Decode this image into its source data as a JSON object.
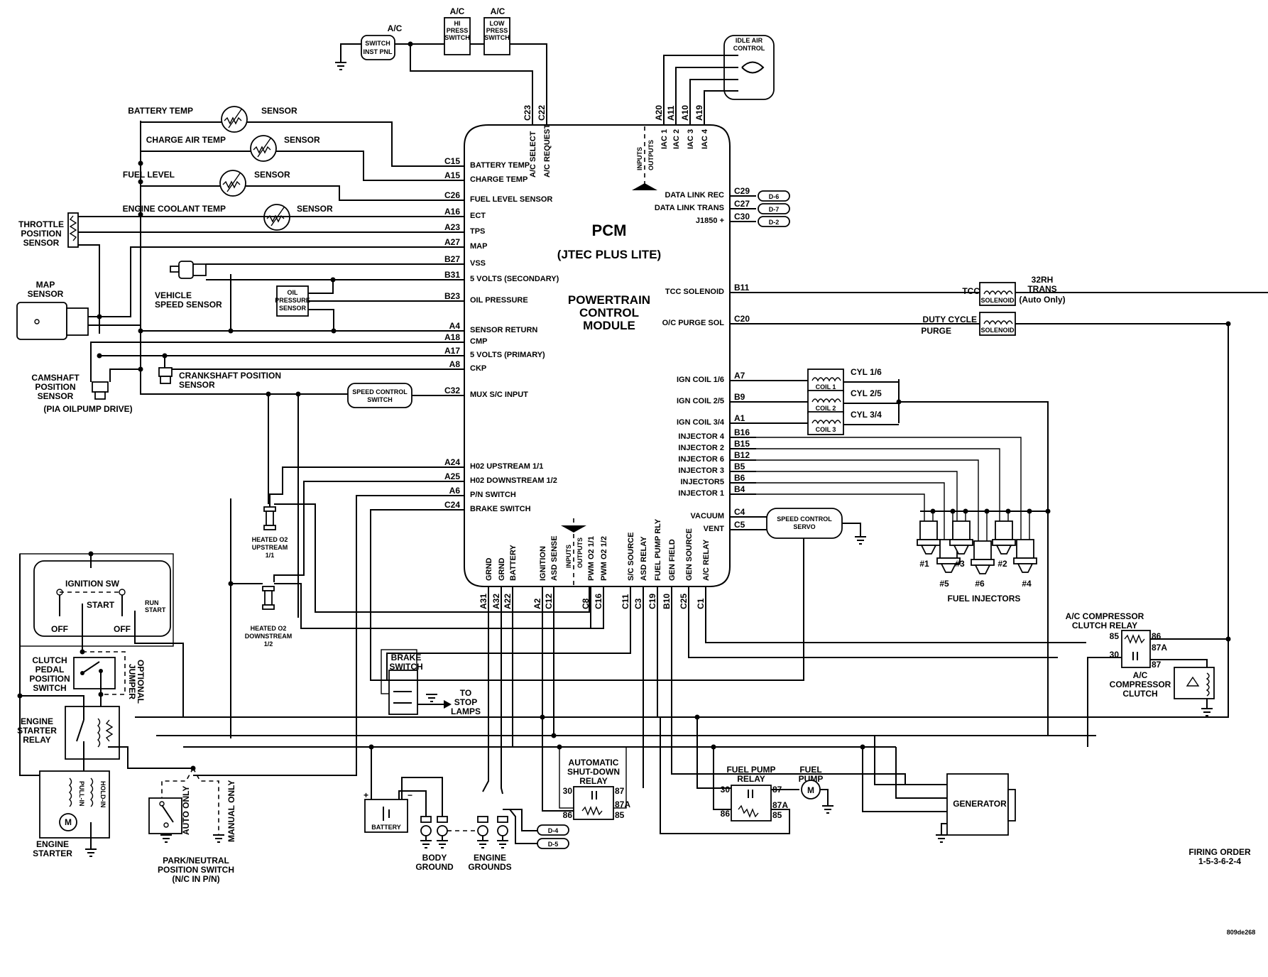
{
  "diagram": {
    "pcm": {
      "title": "PCM",
      "subtitle": "(JTEC PLUS LITE)",
      "name_line1": "POWERTRAIN",
      "name_line2": "CONTROL",
      "name_line3": "MODULE",
      "inputs_label": "INPUTS",
      "outputs_label": "OUTPUTS",
      "left_pins": [
        {
          "pin": "C15",
          "func": "BATTERY TEMP"
        },
        {
          "pin": "A15",
          "func": "CHARGE TEMP"
        },
        {
          "pin": "C26",
          "func": "FUEL LEVEL SENSOR"
        },
        {
          "pin": "A16",
          "func": "ECT"
        },
        {
          "pin": "A23",
          "func": "TPS"
        },
        {
          "pin": "A27",
          "func": "MAP"
        },
        {
          "pin": "B27",
          "func": "VSS"
        },
        {
          "pin": "B31",
          "func": "5 VOLTS (SECONDARY)"
        },
        {
          "pin": "B23",
          "func": "OIL PRESSURE"
        },
        {
          "pin": "A4",
          "func": "SENSOR RETURN"
        },
        {
          "pin": "A18",
          "func": "CMP"
        },
        {
          "pin": "A17",
          "func": "5 VOLTS (PRIMARY)"
        },
        {
          "pin": "A8",
          "func": "CKP"
        },
        {
          "pin": "C32",
          "func": "MUX S/C INPUT"
        },
        {
          "pin": "A24",
          "func": "H02 UPSTREAM 1/1"
        },
        {
          "pin": "A25",
          "func": "H02 DOWNSTREAM 1/2"
        },
        {
          "pin": "A6",
          "func": "P/N SWITCH"
        },
        {
          "pin": "C24",
          "func": "BRAKE SWITCH"
        }
      ],
      "top_pins": [
        {
          "pin": "C23",
          "func": "A/C SELECT"
        },
        {
          "pin": "C22",
          "func": "A/C REQUEST"
        },
        {
          "pin": "A20",
          "func": "IAC 1"
        },
        {
          "pin": "A11",
          "func": "IAC 2"
        },
        {
          "pin": "A10",
          "func": "IAC 3"
        },
        {
          "pin": "A19",
          "func": "IAC 4"
        }
      ],
      "right_pins": [
        {
          "pin": "C29",
          "func": "DATA LINK REC"
        },
        {
          "pin": "C27",
          "func": "DATA LINK TRANS"
        },
        {
          "pin": "C30",
          "func": "J1850 +"
        },
        {
          "pin": "B11",
          "func": "TCC SOLENOID"
        },
        {
          "pin": "C20",
          "func": "O/C PURGE SOL"
        },
        {
          "pin": "A7",
          "func": "IGN COIL 1/6"
        },
        {
          "pin": "B9",
          "func": "IGN COIL 2/5"
        },
        {
          "pin": "A1",
          "func": "IGN COIL 3/4"
        },
        {
          "pin": "B16",
          "func": "INJECTOR 4"
        },
        {
          "pin": "B15",
          "func": "INJECTOR 2"
        },
        {
          "pin": "B12",
          "func": "INJECTOR 6"
        },
        {
          "pin": "B5",
          "func": "INJECTOR 3"
        },
        {
          "pin": "B6",
          "func": "INJECTOR5"
        },
        {
          "pin": "B4",
          "func": "INJECTOR 1"
        },
        {
          "pin": "C4",
          "func": "VACUUM"
        },
        {
          "pin": "C5",
          "func": "VENT"
        }
      ],
      "bottom_pins": [
        {
          "pin": "A31",
          "func": "GRND"
        },
        {
          "pin": "A32",
          "func": "GRND"
        },
        {
          "pin": "A22",
          "func": "BATTERY"
        },
        {
          "pin": "A2",
          "func": "IGNITION"
        },
        {
          "pin": "C12",
          "func": "ASD SENSE"
        },
        {
          "pin": "C8",
          "func": "PWM O2 1/1"
        },
        {
          "pin": "C16",
          "func": "PWM O2 1/2"
        },
        {
          "pin": "C11",
          "func": "S/C SOURCE"
        },
        {
          "pin": "C3",
          "func": "ASD RELAY"
        },
        {
          "pin": "C19",
          "func": "FUEL PUMP RLY"
        },
        {
          "pin": "B10",
          "func": "GEN FIELD"
        },
        {
          "pin": "C25",
          "func": "GEN SOURCE"
        },
        {
          "pin": "C1",
          "func": "A/C RELAY"
        }
      ]
    },
    "components": {
      "ac_switch": {
        "title": "A/C",
        "line1": "SWITCH",
        "line2": "INST PNL"
      },
      "ac_hi": {
        "title": "A/C",
        "line1": "HI",
        "line2": "PRESS",
        "line3": "SWITCH"
      },
      "ac_low": {
        "title": "A/C",
        "line1": "LOW",
        "line2": "PRESS",
        "line3": "SWITCH"
      },
      "idle_air": {
        "line1": "IDLE AIR",
        "line2": "CONTROL"
      },
      "battery_temp": {
        "name": "BATTERY TEMP",
        "suffix": "SENSOR"
      },
      "charge_air": {
        "name": "CHARGE  AIR TEMP",
        "suffix": "SENSOR"
      },
      "fuel_level": {
        "name": "FUEL LEVEL",
        "suffix": "SENSOR"
      },
      "coolant": {
        "name": "ENGINE COOLANT TEMP",
        "suffix": "SENSOR"
      },
      "tps": {
        "line1": "THROTTLE",
        "line2": "POSITION",
        "line3": "SENSOR"
      },
      "map": {
        "line1": "MAP",
        "line2": "SENSOR"
      },
      "vss": {
        "line1": "VEHICLE",
        "line2": "SPEED SENSOR"
      },
      "oil": {
        "line1": "OIL",
        "line2": "PRESSURE",
        "line3": "SENSOR"
      },
      "cam": {
        "line1": "CAMSHAFT",
        "line2": "POSITION",
        "line3": "SENSOR",
        "line4": "(PIA OILPUMP DRIVE)"
      },
      "crank": {
        "line1": "CRANKSHAFT POSITION",
        "line2": "SENSOR"
      },
      "speed_switch": {
        "line1": "SPEED CONTROL",
        "line2": "SWITCH"
      },
      "o2_up": {
        "line1": "HEATED O2",
        "line2": "UPSTREAM",
        "line3": "1/1"
      },
      "o2_down": {
        "line1": "HEATED O2",
        "line2": "DOWNSTREAM",
        "line3": "1/2"
      },
      "ignition": {
        "title": "IGNITION SW",
        "start": "START",
        "off1": "OFF",
        "off2": "OFF",
        "run": "RUN",
        "run2": "START"
      },
      "clutch": {
        "line1": "CLUTCH",
        "line2": "PEDAL",
        "line3": "POSITION",
        "line4": "SWITCH",
        "jumper1": "OPTIONAL",
        "jumper2": "JUMPER"
      },
      "starter_relay": {
        "line1": "ENGINE",
        "line2": "STARTER",
        "line3": "RELAY"
      },
      "starter": {
        "line1": "ENGINE",
        "line2": "STARTER",
        "pull": "PULL-IN",
        "hold": "HOLD-IN",
        "motor": "M"
      },
      "pn_switch": {
        "line1": "PARK/NEUTRAL",
        "line2": "POSITION SWITCH",
        "line3": "(N/C IN P/N)",
        "auto": "AUTO ONLY",
        "manual": "MANUAL ONLY"
      },
      "brake": {
        "line1": "BRAKE",
        "line2": "SWITCH",
        "to1": "TO",
        "to2": "STOP",
        "to3": "LAMPS"
      },
      "battery": {
        "label": "BATTERY",
        "plus": "+",
        "minus": "−"
      },
      "body_ground": {
        "line1": "BODY",
        "line2": "GROUND"
      },
      "engine_grounds": {
        "line1": "ENGINE",
        "line2": "GROUNDS"
      },
      "asd": {
        "line1": "AUTOMATIC",
        "line2": "SHUT-DOWN",
        "line3": "RELAY",
        "p30": "30",
        "p87": "87",
        "p87a": "87A",
        "p86": "86",
        "p85": "85"
      },
      "fp_relay": {
        "line1": "FUEL PUMP",
        "line2": "RELAY",
        "p30": "30",
        "p87": "87",
        "p87a": "87A",
        "p86": "86",
        "p85": "85"
      },
      "fuel_pump": {
        "line1": "FUEL",
        "line2": "PUMP",
        "motor": "M"
      },
      "generator": {
        "label": "GENERATOR"
      },
      "tcc": {
        "pre": "TCC",
        "sol": "SOLENOID",
        "t1": "32RH",
        "t2": "TRANS",
        "t3": "(Auto Only)"
      },
      "purge": {
        "l1": "DUTY CYCLE",
        "l2": "PURGE",
        "sol": "SOLENOID"
      },
      "coils": [
        {
          "name": "COIL  1",
          "cyl": "CYL  1/6"
        },
        {
          "name": "COIL  2",
          "cyl": "CYL  2/5"
        },
        {
          "name": "COIL  3",
          "cyl": "CYL  3/4"
        }
      ],
      "servo": {
        "line1": "SPEED CONTROL",
        "line2": "SERVO"
      },
      "injectors": {
        "title": "FUEL INJECTORS",
        "labels": [
          "#1",
          "#5",
          "#3",
          "#6",
          "#2",
          "#4"
        ]
      },
      "ac_relay": {
        "line1": "A/C COMPRESSOR",
        "line2": "CLUTCH RELAY",
        "p85": "85",
        "p86": "86",
        "p87a": "87A",
        "p30": "30",
        "p87": "87"
      },
      "ac_clutch": {
        "line1": "A/C",
        "line2": "COMPRESSOR",
        "line3": "CLUTCH"
      },
      "connectors": {
        "c29": "D-6",
        "c27": "D-7",
        "c30": "D-2",
        "g1": "D-4",
        "g2": "D-5"
      }
    },
    "notes": {
      "firing_title": "FIRING ORDER",
      "firing_order": "1-5-3-6-2-4",
      "figure_id": "809de268"
    }
  }
}
